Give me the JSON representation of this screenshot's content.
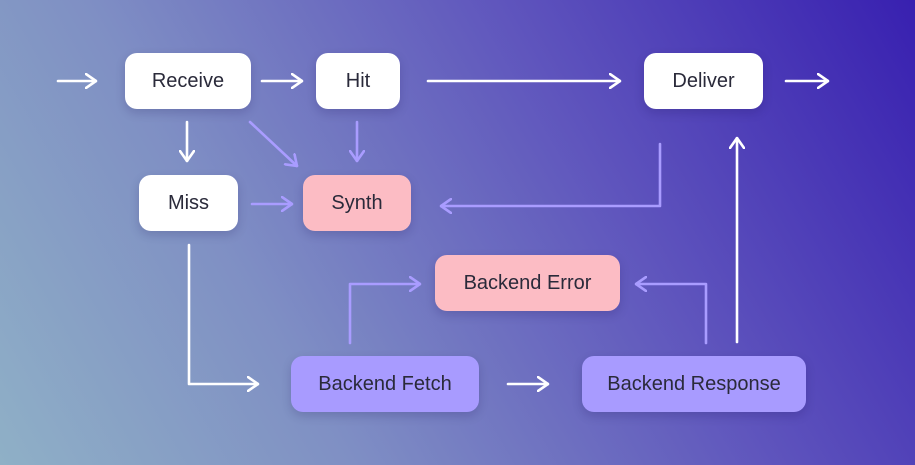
{
  "nodes": {
    "receive": "Receive",
    "hit": "Hit",
    "deliver": "Deliver",
    "miss": "Miss",
    "synth": "Synth",
    "backend_error": "Backend Error",
    "backend_fetch": "Backend Fetch",
    "backend_response": "Backend Response"
  },
  "colors": {
    "background_start": "#8fb0c6",
    "background_end": "#3820b0",
    "state_node": "#ffffff",
    "error_node": "#fcbcc4",
    "backend_node": "#a89bff",
    "primary_arrow": "#ffffff",
    "secondary_arrow": "#a99cff"
  }
}
